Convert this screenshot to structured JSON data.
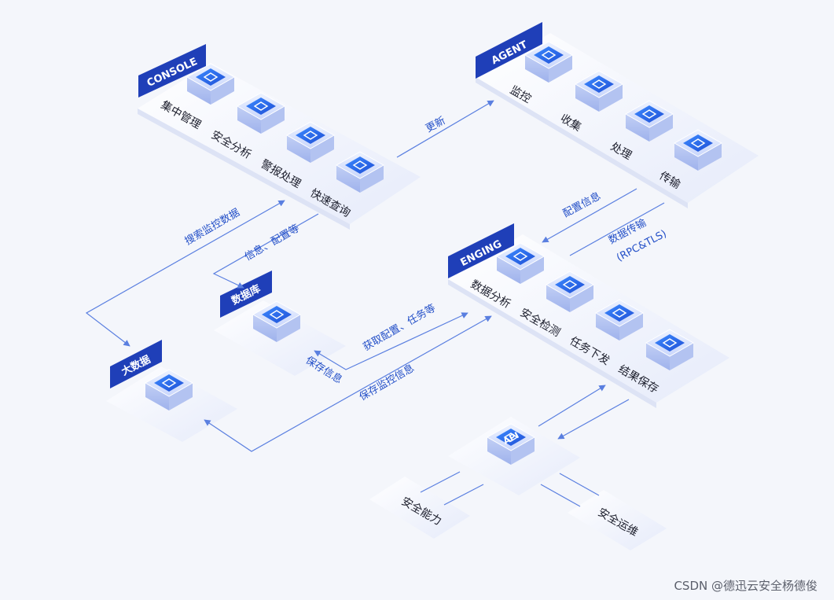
{
  "console": {
    "tag": "CONSOLE",
    "items": [
      "集中管理",
      "安全分析",
      "警报处理",
      "快速查询"
    ]
  },
  "agent": {
    "tag": "AGENT",
    "items": [
      "监控",
      "收集",
      "处理",
      "传输"
    ]
  },
  "engine": {
    "tag": "ENGING",
    "items": [
      "数据分析",
      "安全检测",
      "任务下发",
      "结果保存"
    ]
  },
  "database": {
    "tag": "数据库"
  },
  "bigdata": {
    "tag": "大数据"
  },
  "api": {
    "label": "API"
  },
  "bottom": {
    "left": "安全能力",
    "right": "安全运维"
  },
  "edges": {
    "update": "更新",
    "config_info": "配置信息",
    "data_transfer_line1": "数据传输",
    "data_transfer_line2": "(RPC&TLS)",
    "search_monitor": "搜索监控数据",
    "info_config": "信息、配置等",
    "get_config": "获取配置、任务等",
    "save_info": "保存信息",
    "save_monitor": "保存监控信息"
  },
  "watermark": "CSDN @德迅云安全杨德俊",
  "colors": {
    "accent": "#2450c8",
    "tag_bg": "#1f3fb8",
    "line": "#5a7fe0"
  }
}
